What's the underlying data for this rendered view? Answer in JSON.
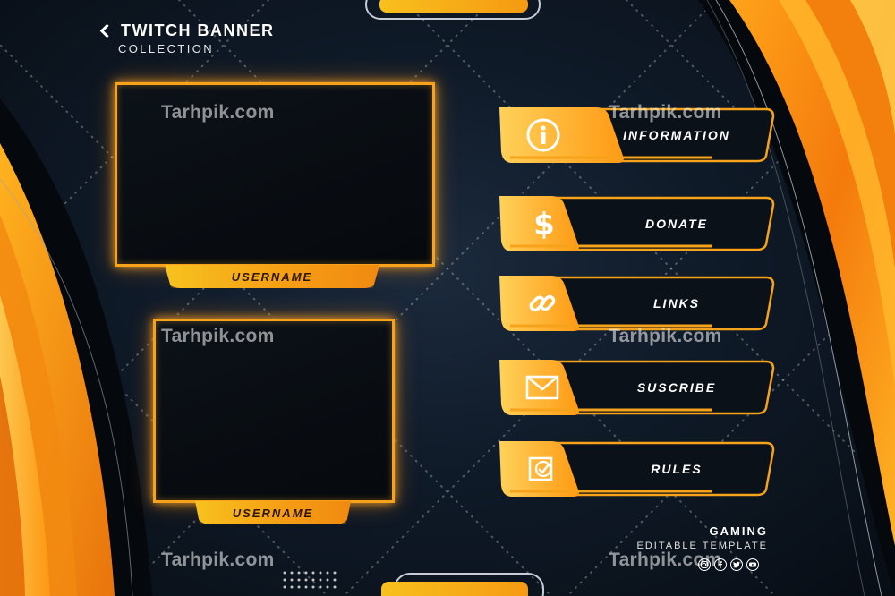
{
  "header": {
    "title": "TWITCH BANNER",
    "subtitle": "COLLECTION"
  },
  "frames": [
    {
      "username_label": "USERNAME"
    },
    {
      "username_label": "USERNAME"
    }
  ],
  "panels": [
    {
      "icon": "info-icon",
      "label": "INFORMATION"
    },
    {
      "icon": "dollar-icon",
      "label": "DONATE"
    },
    {
      "icon": "link-icon",
      "label": "LINKS"
    },
    {
      "icon": "envelope-icon",
      "label": "SUSCRIBE"
    },
    {
      "icon": "checkbox-icon",
      "label": "RULES"
    }
  ],
  "footer": {
    "title": "GAMING",
    "subtitle": "EDITABLE TEMPLATE",
    "social_icons": [
      "instagram-icon",
      "facebook-icon",
      "twitter-icon",
      "youtube-icon"
    ]
  },
  "watermark": "Tarhpik.com",
  "colors": {
    "accent": "#f6a21a",
    "accent_light": "#f8c11d",
    "background": "#0f1a28"
  }
}
